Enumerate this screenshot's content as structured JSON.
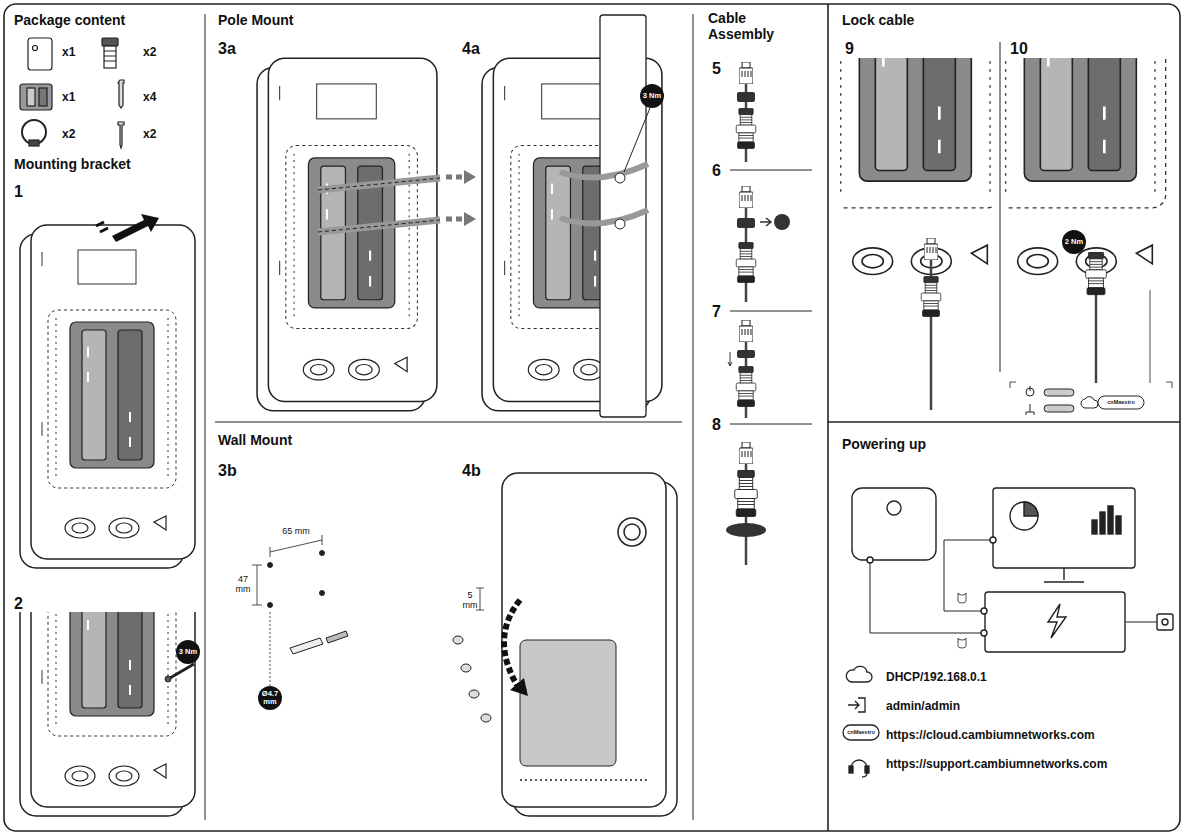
{
  "diagram": {
    "nodes": [
      {
        "text": [
          "Package content"
        ]
      },
      {
        "text": [
          "Mounting bracket"
        ]
      },
      {
        "text": [
          "Pole Mount"
        ]
      },
      {
        "text": [
          "Wall Mount"
        ]
      },
      {
        "text": [
          "Cable Assembly"
        ]
      },
      {
        "text": [
          "Lock cable"
        ]
      },
      {
        "text": [
          "Powering up"
        ]
      }
    ],
    "labels": [
      "x1",
      "x2",
      "x1",
      "x4",
      "x2",
      "x2",
      "1",
      "2",
      "3 Nm",
      "3a",
      "4a",
      "3 Nm",
      "3b",
      "4b",
      "65 mm",
      "47 mm",
      "Ø4.7 mm",
      "5 mm",
      "5",
      "6",
      "7",
      "8",
      "9",
      "10",
      "2 Nm",
      "cnMaestro",
      "DHCP/192.168.0.1",
      "admin/admin",
      "https://cloud.cambiumnetworks.com",
      "https://support.cambiumnetworks.com",
      "cnMaestro"
    ]
  }
}
